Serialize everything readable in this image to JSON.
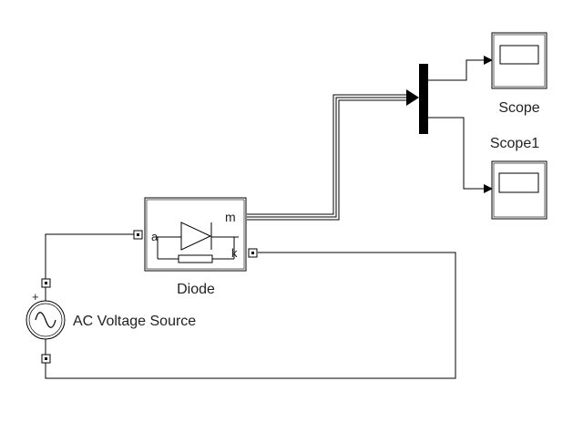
{
  "blocks": {
    "diode": {
      "label": "Diode",
      "port_a": "a",
      "port_m": "m",
      "port_k": "k"
    },
    "scope": {
      "label": "Scope"
    },
    "scope1": {
      "label": "Scope1"
    },
    "ac_source": {
      "label": "AC Voltage Source",
      "polarity": "+"
    },
    "bus_selector": {
      "label": ""
    }
  },
  "colors": {
    "line": "#000000",
    "block_border": "#000000",
    "block_fill": "#ffffff",
    "text": "#222222"
  }
}
